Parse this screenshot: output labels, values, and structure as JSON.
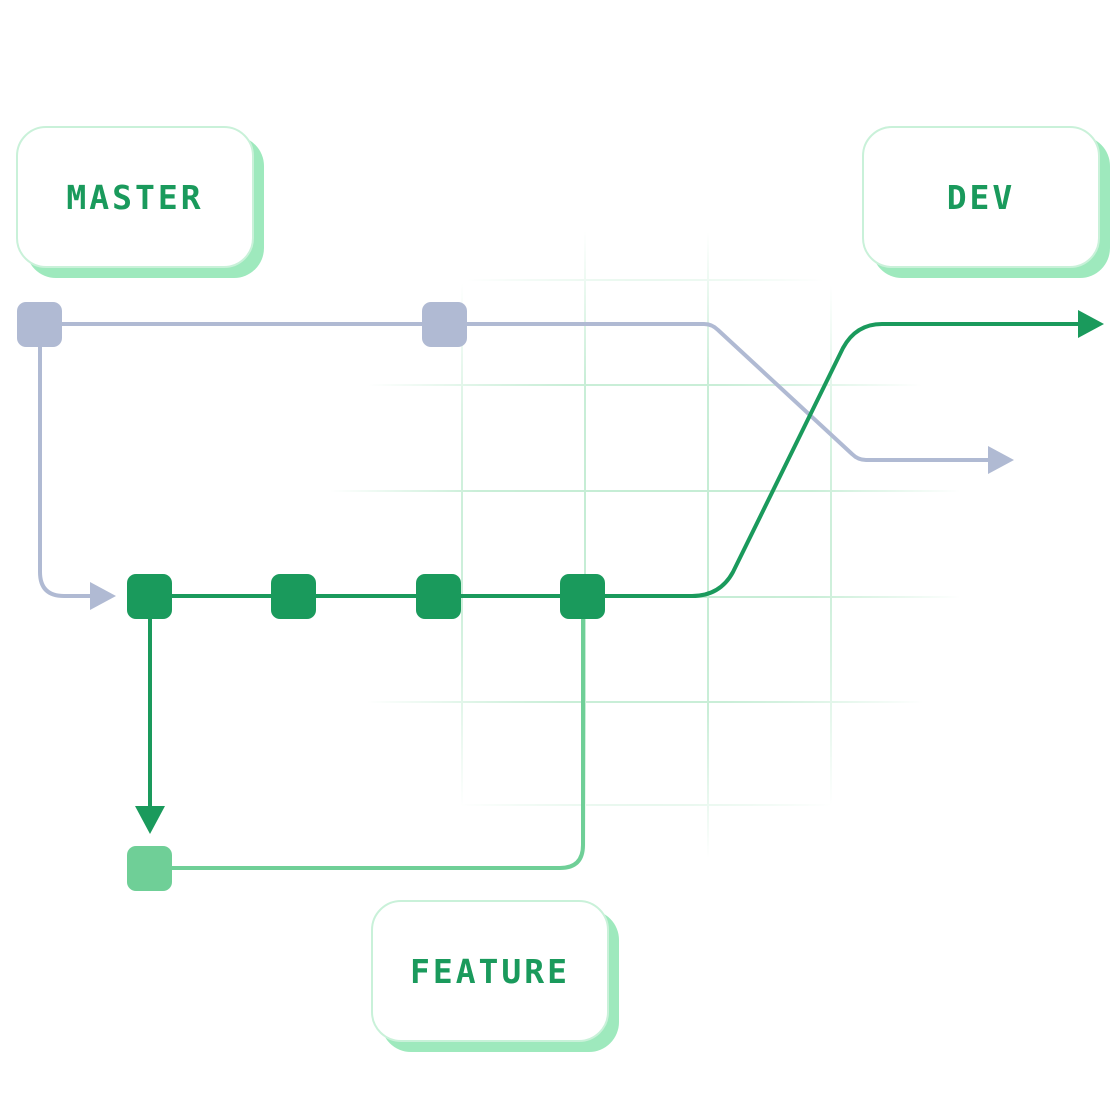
{
  "branches": {
    "master": {
      "label": "MASTER",
      "color": "#b0bad3"
    },
    "dev": {
      "label": "DEV",
      "color": "#1a9a5c"
    },
    "feature": {
      "label": "FEATURE",
      "color": "#6fcf97"
    }
  },
  "colors": {
    "grid": "#c3ecd3",
    "label_text": "#1a9a5c",
    "label_shadow": "#9ee9bd",
    "label_border": "#c9f1d9"
  }
}
